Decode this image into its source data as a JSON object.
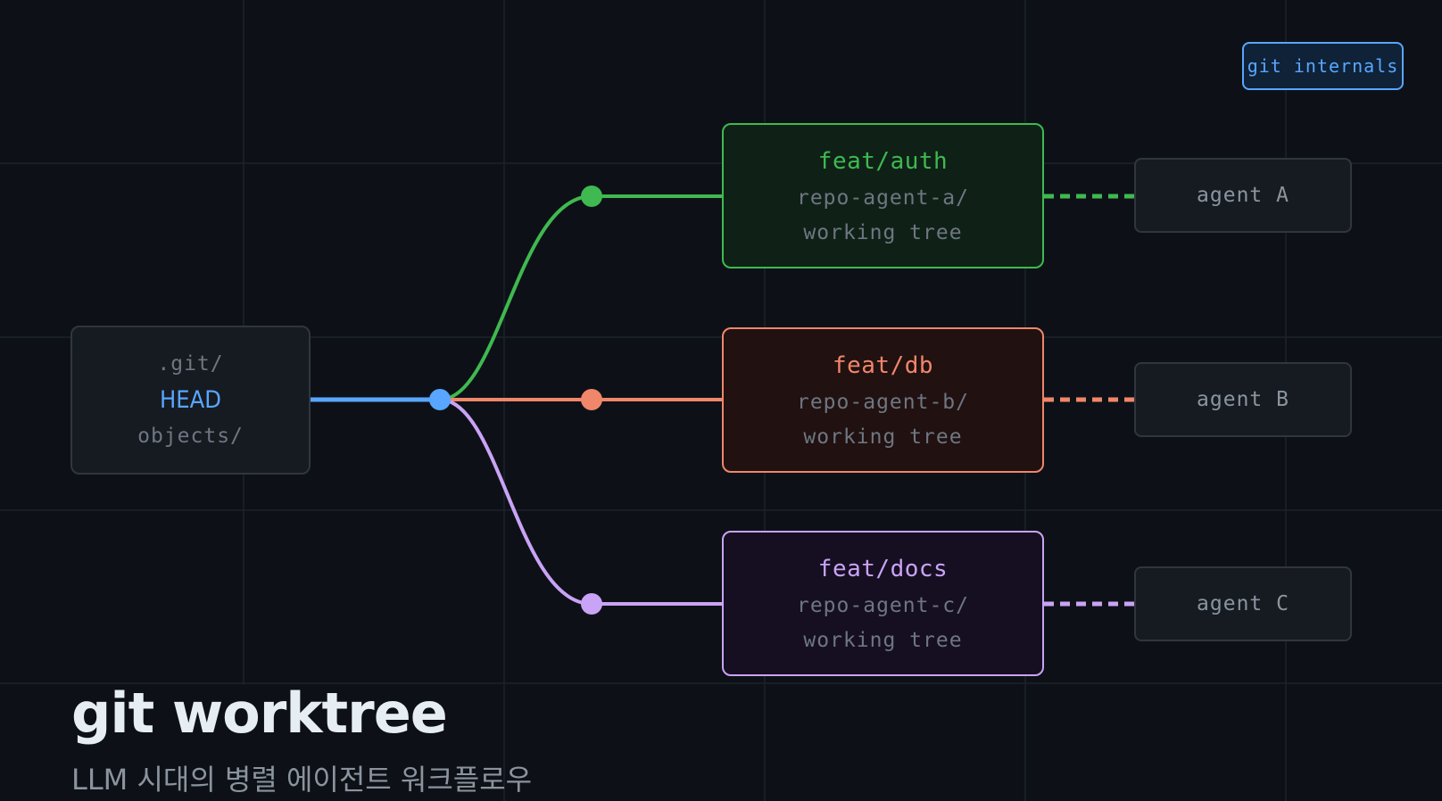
{
  "colors": {
    "background": "#0d1117",
    "grid": "#1c222b",
    "main": "#58a6ff",
    "auth": "#3fb950",
    "db": "#f0866a",
    "docs": "#c9a3f5"
  },
  "badge": {
    "label": "git internals"
  },
  "repo": {
    "git_dir": ".git/",
    "head": "HEAD",
    "objects": "objects/"
  },
  "worktrees": [
    {
      "branch": "feat/auth",
      "dir": "repo-agent-a/",
      "note": "working tree",
      "agent": "agent A"
    },
    {
      "branch": "feat/db",
      "dir": "repo-agent-b/",
      "note": "working tree",
      "agent": "agent B"
    },
    {
      "branch": "feat/docs",
      "dir": "repo-agent-c/",
      "note": "working tree",
      "agent": "agent C"
    }
  ],
  "footer": {
    "title": "git worktree",
    "subtitle": "LLM 시대의 병렬 에이전트 워크플로우"
  }
}
